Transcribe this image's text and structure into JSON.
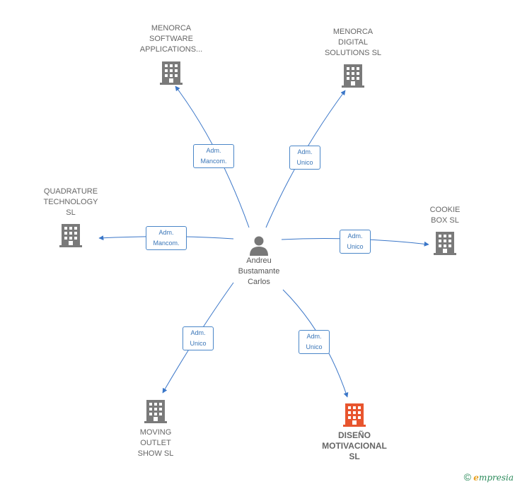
{
  "center": {
    "name": "Andreu\nBustamante\nCarlos",
    "icon": "person-icon"
  },
  "companies": [
    {
      "id": "menorca-software",
      "name": "MENORCA\nSOFTWARE\nAPPLICATIONS...",
      "relation": "Adm.\nMancom.",
      "icon": "building-icon",
      "color": "#7a7a7a"
    },
    {
      "id": "menorca-digital",
      "name": "MENORCA\nDIGITAL\nSOLUTIONS  SL",
      "relation": "Adm.\nUnico",
      "icon": "building-icon",
      "color": "#7a7a7a"
    },
    {
      "id": "quadrature",
      "name": "QUADRATURE\nTECHNOLOGY\nSL",
      "relation": "Adm.\nMancom.",
      "icon": "building-icon",
      "color": "#7a7a7a"
    },
    {
      "id": "cookie-box",
      "name": "COOKIE\nBOX SL",
      "relation": "Adm.\nUnico",
      "icon": "building-icon",
      "color": "#7a7a7a"
    },
    {
      "id": "moving-outlet",
      "name": "MOVING\nOUTLET\nSHOW SL",
      "relation": "Adm.\nUnico",
      "icon": "building-icon",
      "color": "#7a7a7a"
    },
    {
      "id": "diseno-motivacional",
      "name": "DISEÑO\nMOTIVACIONAL\nSL",
      "relation": "Adm.\nUnico",
      "icon": "building-icon",
      "color": "#e8552e",
      "highlight": true
    }
  ],
  "edge_color": "#3a76c8",
  "footer": {
    "copyright": "©",
    "brand_initial": "e",
    "brand_rest": "mpresia"
  }
}
